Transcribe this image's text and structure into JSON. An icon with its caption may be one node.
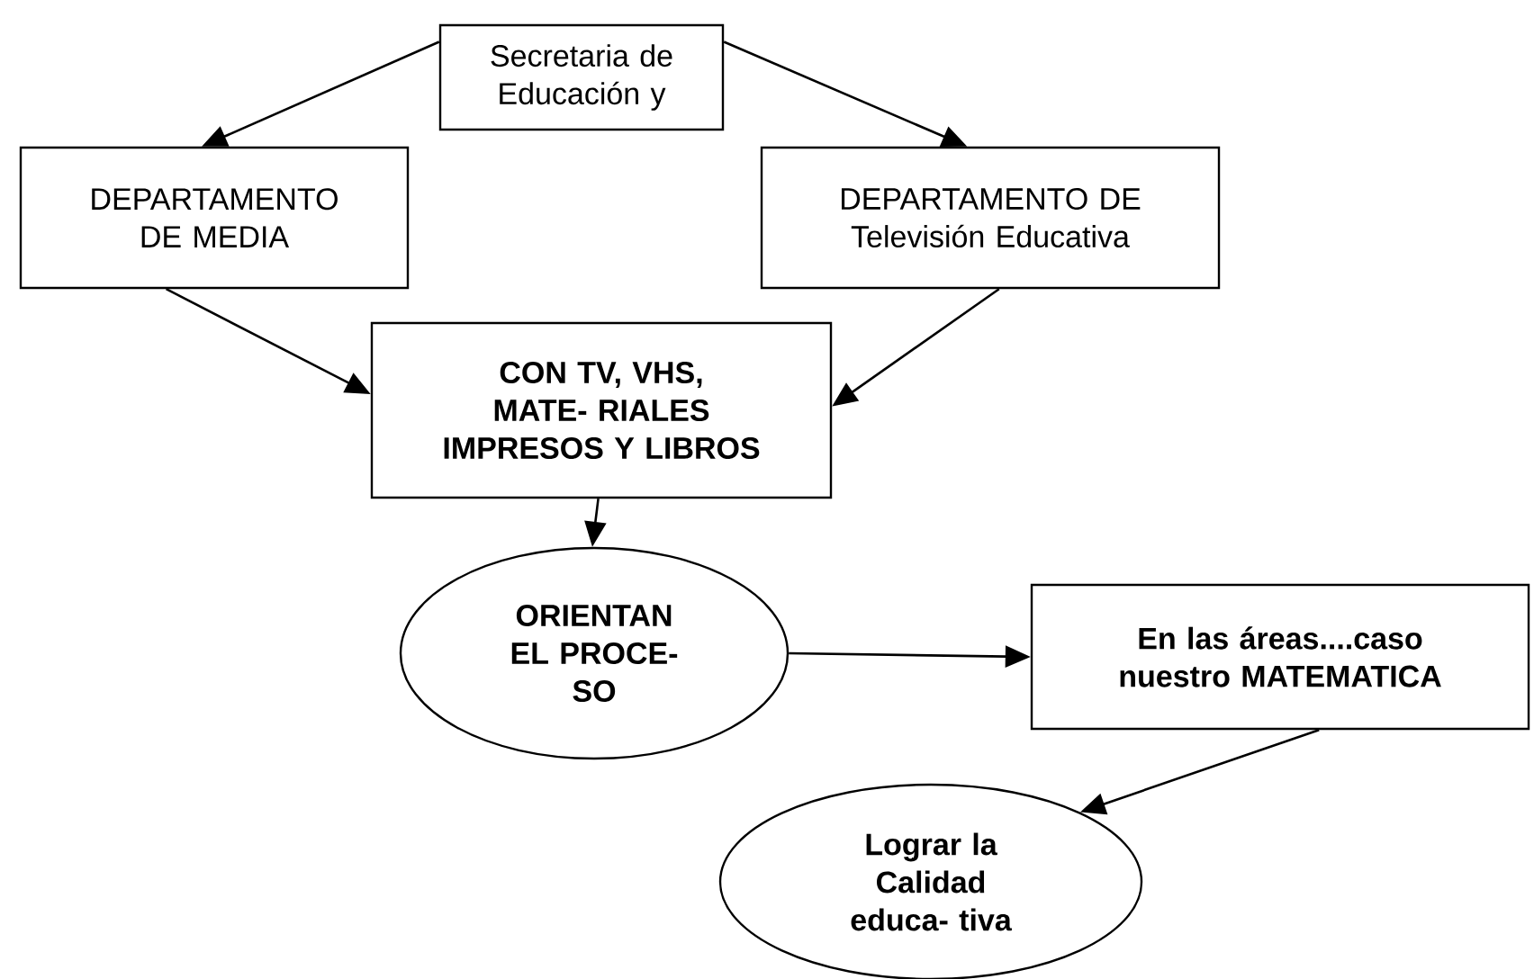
{
  "diagram": {
    "nodes": [
      {
        "text": [
          "Secretaria de Educación y"
        ]
      },
      {
        "text": [
          "DEPARTAMENTO DE MEDIA"
        ]
      },
      {
        "text": [
          "DEPARTAMENTO DE Televisión Educativa"
        ]
      },
      {
        "text": [
          "CON TV, VHS, MATE- RIALES IMPRESOS Y LIBROS"
        ]
      },
      {
        "text": [
          "ORIENTAN EL PROCE- SO"
        ]
      },
      {
        "text": [
          "En las áreas....caso nuestro MATEMATICA"
        ]
      },
      {
        "text": [
          "Lograr la Calidad educa- tiva"
        ]
      }
    ],
    "edges": [
      {
        "from": 0,
        "to": 1,
        "arrow": "to"
      },
      {
        "from": 0,
        "to": 2,
        "arrow": "to"
      },
      {
        "from": 1,
        "to": 3,
        "arrow": "to"
      },
      {
        "from": 2,
        "to": 3,
        "arrow": "to"
      },
      {
        "from": 3,
        "to": 4,
        "arrow": "to"
      },
      {
        "from": 4,
        "to": 5,
        "arrow": "to"
      },
      {
        "from": 5,
        "to": 6,
        "arrow": "to"
      }
    ]
  }
}
